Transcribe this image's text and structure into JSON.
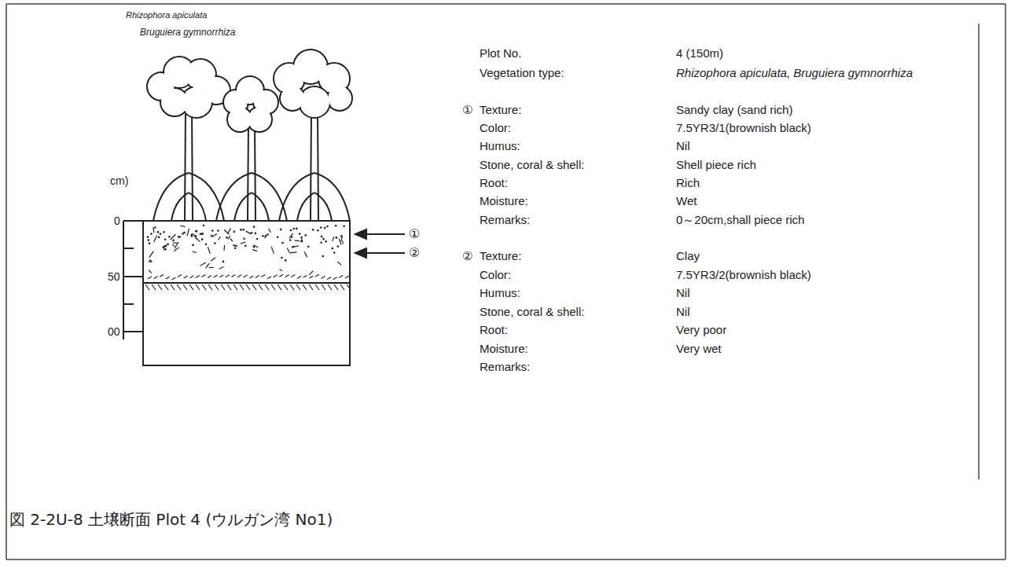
{
  "diagram": {
    "caption": "図 2-2U-8 土壌断面 Plot 4 (ウルガン湾 No1)",
    "labels": [
      "Rhizophora apiculata",
      "Bruguiera gymnorrhiza",
      "cm)",
      "0",
      "50",
      "00",
      "①",
      "②",
      "Plot No.",
      "4 (150m)",
      "Vegetation type:",
      "Rhizophora apiculata, Bruguiera gymnorrhiza",
      "①",
      "Texture:",
      "Sandy clay (sand rich)",
      "Color:",
      "7.5YR3/1(brownish black)",
      "Humus:",
      "Nil",
      "Stone, coral & shell:",
      "Shell piece rich",
      "Root:",
      "Rich",
      "Moisture:",
      "Wet",
      "Remarks:",
      "0～20cm,shall piece rich",
      "②",
      "Texture:",
      "Clay",
      "Color:",
      "7.5YR3/2(brownish black)",
      "Humus:",
      "Nil",
      "Stone, coral & shell:",
      "Nil",
      "Root:",
      "Very poor",
      "Moisture:",
      "Very wet",
      "Remarks:"
    ]
  }
}
